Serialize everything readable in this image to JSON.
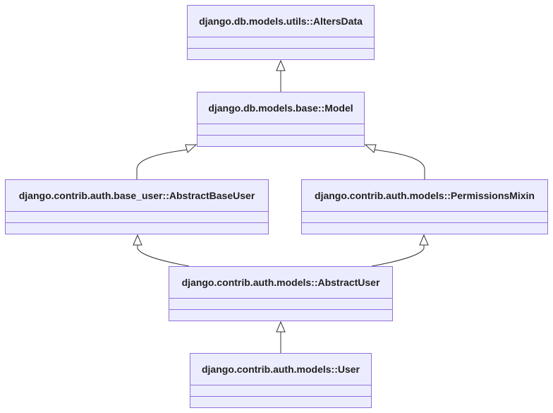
{
  "diagram": {
    "classes": [
      {
        "id": "altersdata",
        "name": "django.db.models.utils::AltersData"
      },
      {
        "id": "model",
        "name": "django.db.models.base::Model"
      },
      {
        "id": "abstractbaseuser",
        "name": "django.contrib.auth.base_user::AbstractBaseUser"
      },
      {
        "id": "permissionsmixin",
        "name": "django.contrib.auth.models::PermissionsMixin"
      },
      {
        "id": "abstractuser",
        "name": "django.contrib.auth.models::AbstractUser"
      },
      {
        "id": "user",
        "name": "django.contrib.auth.models::User"
      }
    ],
    "relations": [
      {
        "from": "model",
        "to": "altersdata",
        "type": "inheritance"
      },
      {
        "from": "abstractbaseuser",
        "to": "model",
        "type": "inheritance"
      },
      {
        "from": "permissionsmixin",
        "to": "model",
        "type": "inheritance"
      },
      {
        "from": "abstractuser",
        "to": "abstractbaseuser",
        "type": "inheritance"
      },
      {
        "from": "abstractuser",
        "to": "permissionsmixin",
        "type": "inheritance"
      },
      {
        "from": "user",
        "to": "abstractuser",
        "type": "inheritance"
      }
    ],
    "colors": {
      "box_fill": "#ececff",
      "box_border": "#9370db",
      "edge": "#333333",
      "text": "#222222"
    }
  }
}
